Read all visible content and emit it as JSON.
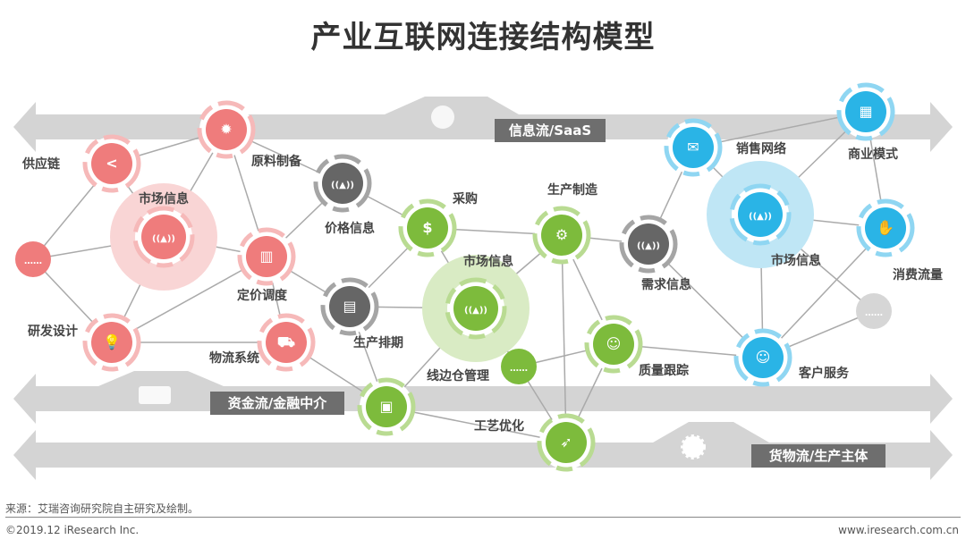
{
  "title": "产业互联网连接结构模型",
  "bands": {
    "info": "信息流/SaaS",
    "finance": "资金流/金融中介",
    "goods": "货物流/生产主体"
  },
  "colors": {
    "red": "#ef7c7c",
    "gray": "#666666",
    "green": "#7dbb3c",
    "blue": "#2ab4e6",
    "band": "#d4d4d4",
    "label_box": "#6e6e6e"
  },
  "nodes": [
    {
      "id": "supply",
      "label": "供应链",
      "icon": "share-icon",
      "group": "red"
    },
    {
      "id": "material",
      "label": "原料制备",
      "icon": "saw-gear-icon",
      "group": "red"
    },
    {
      "id": "market_red",
      "label": "市场信息",
      "icon": "antenna-icon",
      "group": "red"
    },
    {
      "id": "more_red",
      "label": "……",
      "icon": "ellipsis-icon",
      "group": "red"
    },
    {
      "id": "pricing",
      "label": "定价调度",
      "icon": "hand-truck-icon",
      "group": "red"
    },
    {
      "id": "rnd",
      "label": "研发设计",
      "icon": "lightbulb-icon",
      "group": "red"
    },
    {
      "id": "logistics",
      "label": "物流系统",
      "icon": "truck-icon",
      "group": "red"
    },
    {
      "id": "price_info",
      "label": "价格信息",
      "icon": "antenna-icon",
      "group": "gray"
    },
    {
      "id": "schedule",
      "label": "生产排期",
      "icon": "book-icon",
      "group": "gray"
    },
    {
      "id": "demand",
      "label": "需求信息",
      "icon": "antenna-icon",
      "group": "gray"
    },
    {
      "id": "purchase",
      "label": "采购",
      "icon": "money-icon",
      "group": "green"
    },
    {
      "id": "market_green",
      "label": "市场信息",
      "icon": "antenna-icon",
      "group": "green"
    },
    {
      "id": "manufacture",
      "label": "生产制造",
      "icon": "machine-icon",
      "group": "green"
    },
    {
      "id": "more_green",
      "label": "……",
      "icon": "ellipsis-icon",
      "group": "green"
    },
    {
      "id": "quality",
      "label": "质量跟踪",
      "icon": "worker-icon",
      "group": "green"
    },
    {
      "id": "warehouse",
      "label": "线边仓管理",
      "icon": "box-cart-icon",
      "group": "green"
    },
    {
      "id": "process",
      "label": "工艺优化",
      "icon": "cursor-hand-icon",
      "group": "green"
    },
    {
      "id": "sales",
      "label": "销售网络",
      "icon": "mail-icon",
      "group": "blue"
    },
    {
      "id": "business",
      "label": "商业模式",
      "icon": "presentation-icon",
      "group": "blue"
    },
    {
      "id": "market_blue",
      "label": "市场信息",
      "icon": "antenna-icon",
      "group": "blue"
    },
    {
      "id": "consume",
      "label": "消费流量",
      "icon": "hand-icon",
      "group": "blue"
    },
    {
      "id": "more_blue",
      "label": "……",
      "icon": "ellipsis-icon",
      "group": "lightgray"
    },
    {
      "id": "service",
      "label": "客户服务",
      "icon": "agent-icon",
      "group": "blue"
    }
  ],
  "footer": {
    "source": "来源：艾瑞咨询研究院自主研究及绘制。",
    "copyright": "©2019.12 iResearch Inc.",
    "url": "www.iresearch.com.cn"
  }
}
